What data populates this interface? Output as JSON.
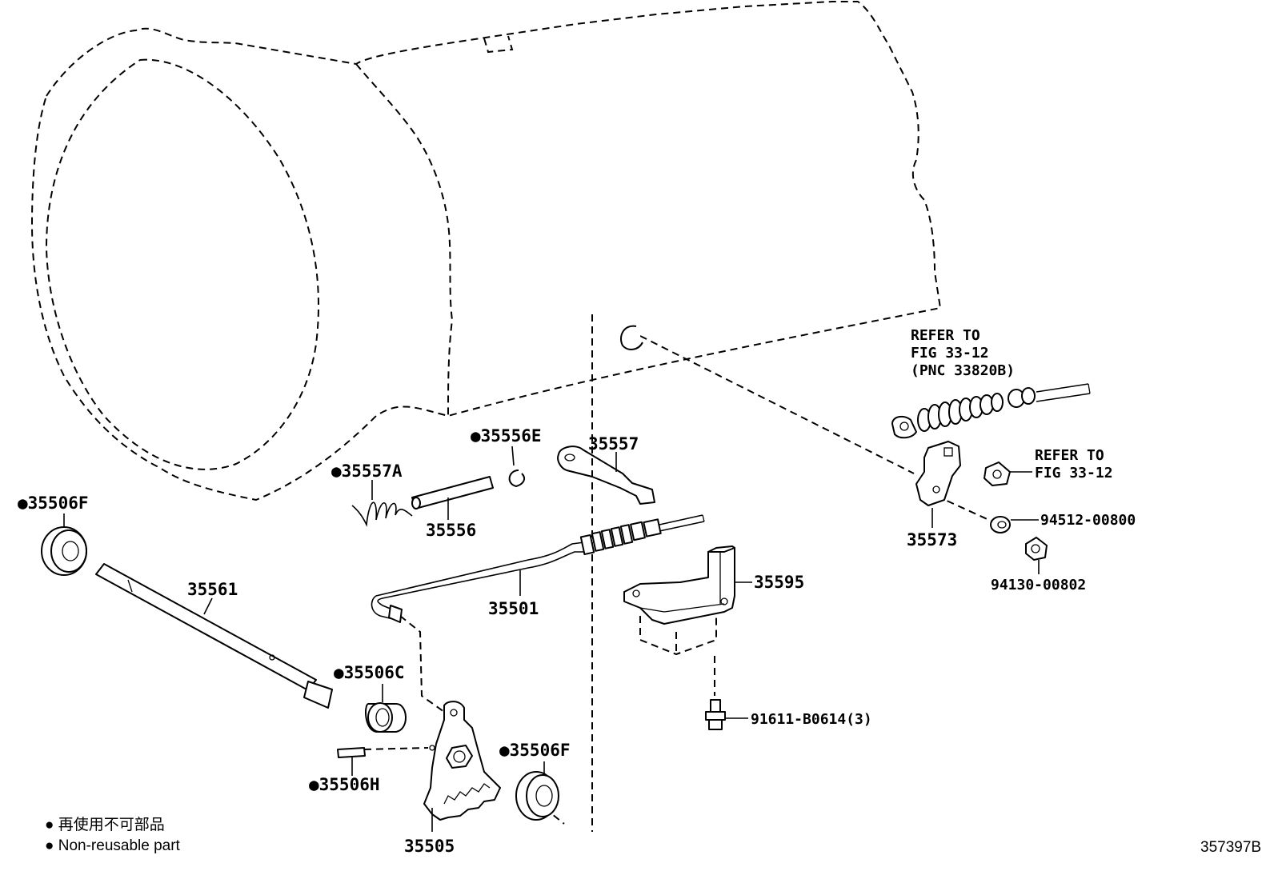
{
  "parts": {
    "p35506F_a": "●35506F",
    "p35561": "35561",
    "p35557A": "●35557A",
    "p35556": "35556",
    "p35556E": "●35556E",
    "p35557": "35557",
    "p35501": "35501",
    "p35506C": "●35506C",
    "p35506H": "●35506H",
    "p35505": "35505",
    "p35506F_b": "●35506F",
    "p35595": "35595",
    "p91611": "91611-B0614(3)",
    "p35573": "35573",
    "p94512": "94512-00800",
    "p94130": "94130-00802"
  },
  "refs": {
    "cable_ref_line1": "REFER TO",
    "cable_ref_line2": "FIG 33-12",
    "cable_ref_line3": "(PNC 33820B)",
    "nut_ref_line1": "REFER TO",
    "nut_ref_line2": "FIG 33-12"
  },
  "legend": {
    "line_jp": "● 再使用不可部品",
    "line_en": "● Non-reusable part"
  },
  "figure_id": "357397B"
}
